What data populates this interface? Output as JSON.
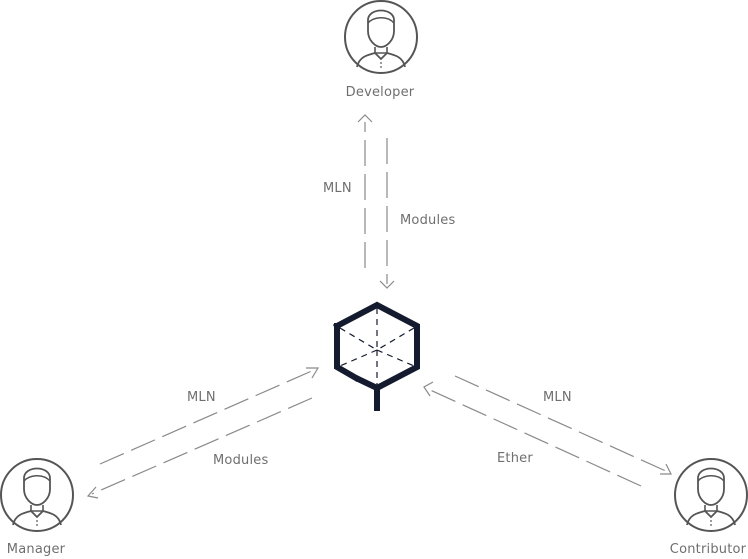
{
  "actors": {
    "developer": {
      "label": "Developer",
      "icon": "user-avatar-icon"
    },
    "manager": {
      "label": "Manager",
      "icon": "user-avatar-icon"
    },
    "contributor": {
      "label": "Contributor",
      "icon": "user-avatar-icon"
    }
  },
  "center": {
    "icon": "cube-logo-icon"
  },
  "flows": {
    "developer_mln": "MLN",
    "developer_modules": "Modules",
    "manager_mln": "MLN",
    "manager_modules": "Modules",
    "contributor_mln": "MLN",
    "contributor_ether": "Ether"
  },
  "colors": {
    "cube": "#141b2e",
    "lines": "#8a8a8a",
    "text": "#6f6f6f"
  }
}
